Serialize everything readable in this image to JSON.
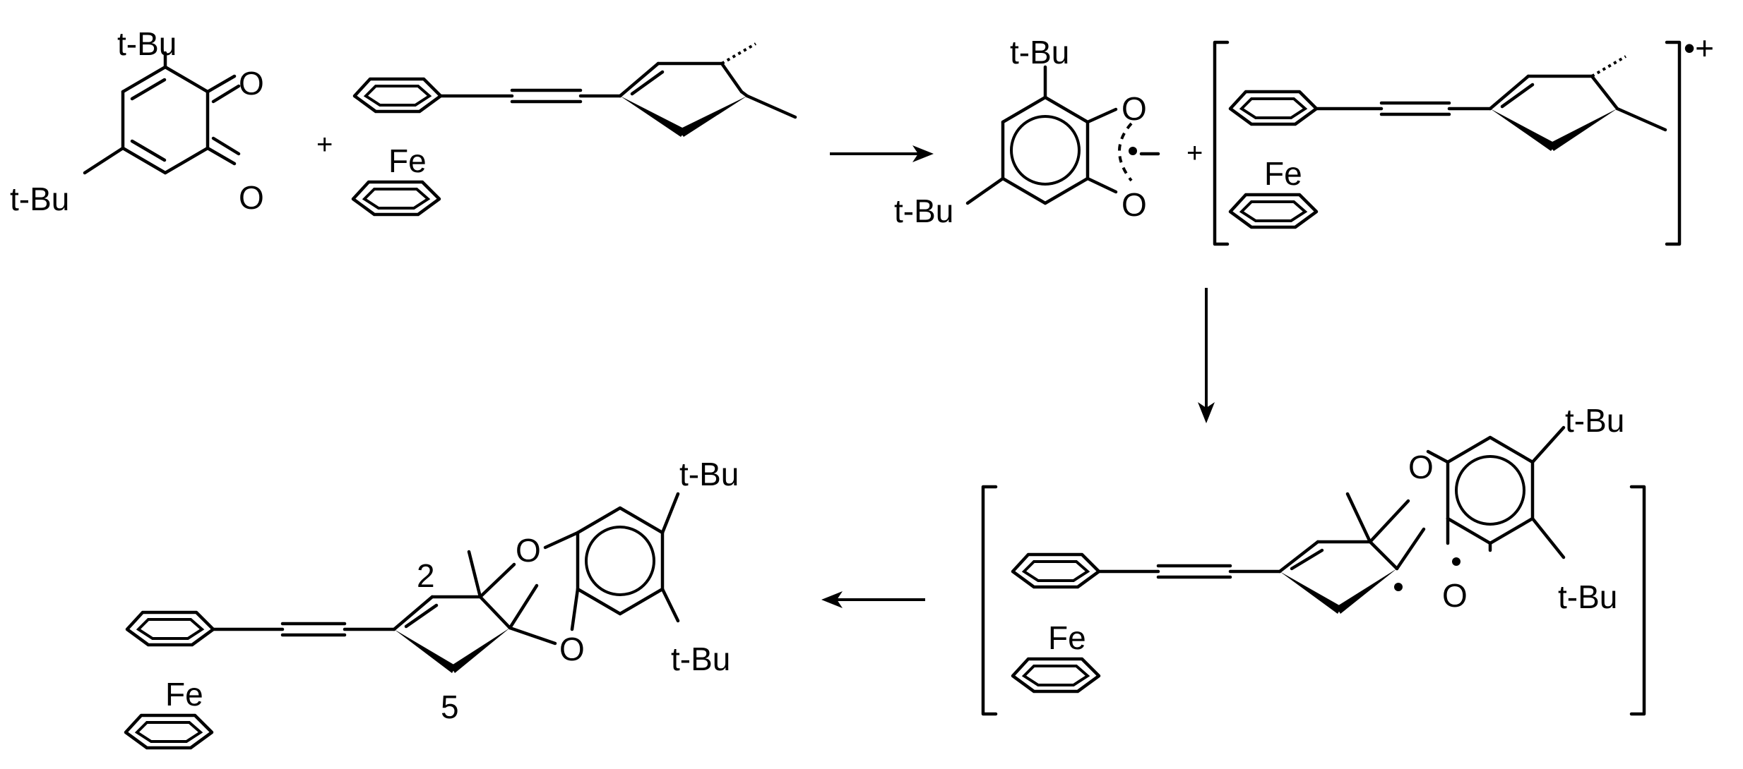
{
  "labels": {
    "tbu": "t-Bu",
    "o": "O",
    "fe": "Fe",
    "plus": "+",
    "radical_cation": "•+",
    "radical_anion_minus": "–",
    "position_2": "2",
    "position_5": "5"
  }
}
